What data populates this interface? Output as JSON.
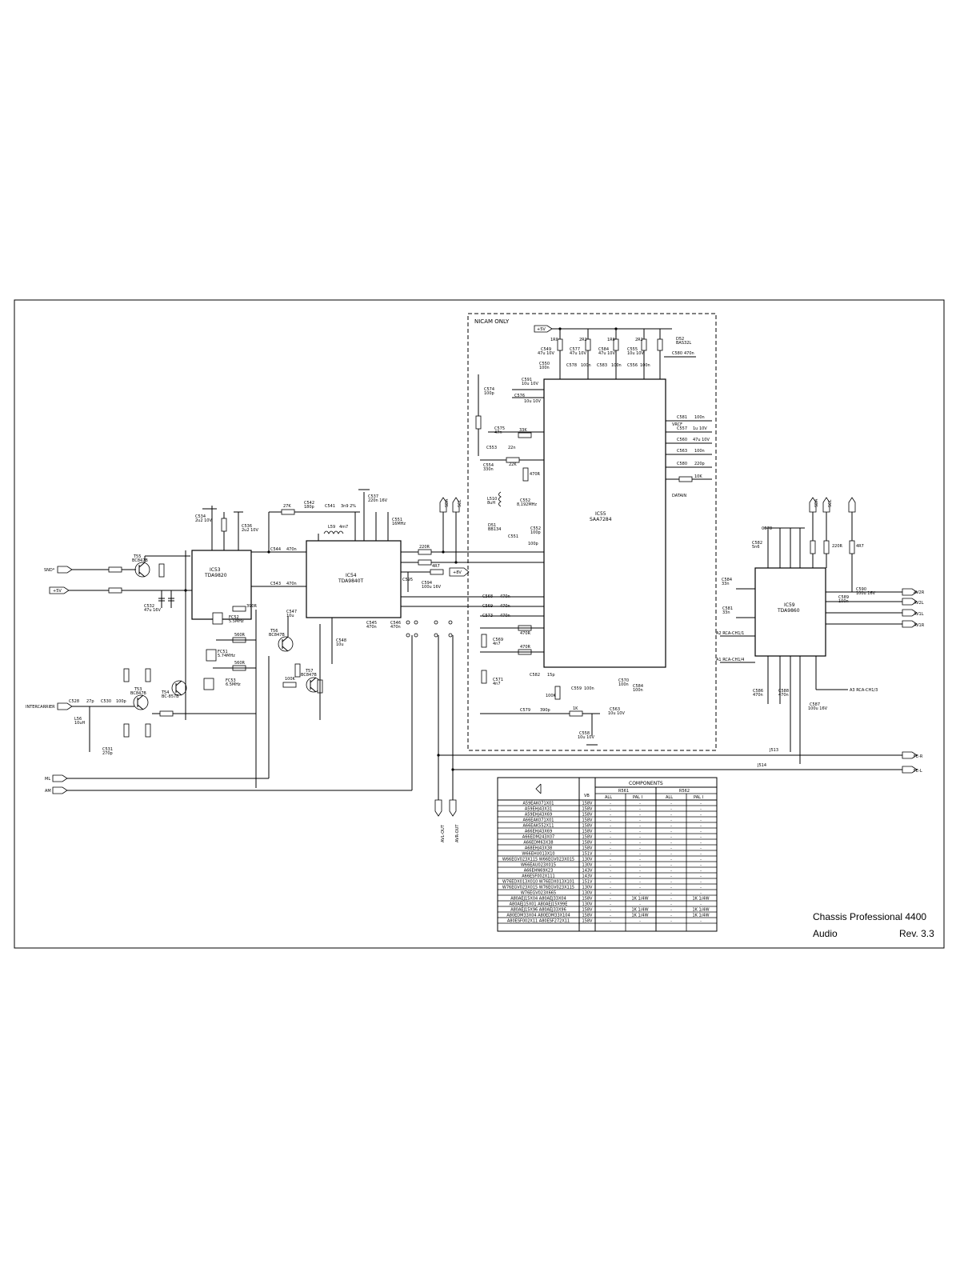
{
  "title_block": {
    "chassis": "Chassis Professional 4400",
    "sheet": "Audio",
    "revision": "Rev. 3.3"
  },
  "nicam_region_label": "NICAM ONLY",
  "ics": {
    "ic53": {
      "ref": "IC53",
      "part": "TDA9820"
    },
    "ic54": {
      "ref": "IC54",
      "part": "TDA9840T"
    },
    "ic55": {
      "ref": "IC55",
      "part": "SAA7284"
    },
    "ic59": {
      "ref": "IC59",
      "part": "TDA9860"
    }
  },
  "ports": {
    "snd": "SND*",
    "plus5v": "+5V",
    "intercarrier": "INTERCARRIER",
    "ml": "ML",
    "am": "AM",
    "sda": "SDA",
    "scl": "SCL",
    "avlout": "AVL-OUT",
    "avrout": "AVR-OUT",
    "fer": "FE-R",
    "fel": "FE-L",
    "av2r": "AV2R",
    "av2l": "AV2L",
    "av1l": "AV1L",
    "av1r": "AV1R",
    "rca1": "A1 RCA-CH1/4",
    "rca2": "A2 RCA-CH1/1",
    "rca3": "A3 RCA-CH1/3",
    "plus8v": "+8V",
    "plus5v_nicam": "+5V"
  },
  "components_table": {
    "title": "COMPONENTS",
    "vb_header": "VB",
    "groups": [
      "R561",
      "R562"
    ],
    "subheaders": [
      "ALL",
      "PAL I",
      "ALL",
      "PAL I"
    ],
    "rows": [
      {
        "model": "A59EAK071X01",
        "vb": "158V",
        "c": [
          "-",
          "-",
          "-",
          "-"
        ]
      },
      {
        "model": "A59EHJ43X31",
        "vb": "158V",
        "c": [
          "-",
          "-",
          "-",
          "-"
        ]
      },
      {
        "model": "A59EHJ43X69",
        "vb": "158V",
        "c": [
          "-",
          "-",
          "-",
          "-"
        ]
      },
      {
        "model": "A66EAK071X01",
        "vb": "158V",
        "c": [
          "-",
          "-",
          "-",
          "-"
        ]
      },
      {
        "model": "A66EAK552X11",
        "vb": "158V",
        "c": [
          "-",
          "-",
          "-",
          "-"
        ]
      },
      {
        "model": "A66EHJ43X69",
        "vb": "158V",
        "c": [
          "-",
          "-",
          "-",
          "-"
        ]
      },
      {
        "model": "A66EDM243X07",
        "vb": "158V",
        "c": [
          "-",
          "-",
          "-",
          "-"
        ]
      },
      {
        "model": "A66EDM63X38",
        "vb": "158V",
        "c": [
          "-",
          "-",
          "-",
          "-"
        ]
      },
      {
        "model": "A68EHJ43X38",
        "vb": "158V",
        "c": [
          "-",
          "-",
          "-",
          "-"
        ]
      },
      {
        "model": "W66EHU013X10",
        "vb": "151V",
        "c": [
          "-",
          "-",
          "-",
          "-"
        ]
      },
      {
        "model": "W66EGV023X115  W66EGV023X015",
        "vb": "130V",
        "c": [
          "-",
          "-",
          "-",
          "-"
        ]
      },
      {
        "model": "W66EAU023X015",
        "vb": "130V",
        "c": [
          "-",
          "-",
          "-",
          "-"
        ]
      },
      {
        "model": "A66EHN69X23",
        "vb": "143V",
        "c": [
          "-",
          "-",
          "-",
          "-"
        ]
      },
      {
        "model": "A66ESF002X111",
        "vb": "143V",
        "c": [
          "-",
          "-",
          "-",
          "-"
        ]
      },
      {
        "model": "W76EDX013X010  W76EDX013X101",
        "vb": "151V",
        "c": [
          "-",
          "-",
          "-",
          "-"
        ]
      },
      {
        "model": "W76EGV023X015  W76EGV023X115",
        "vb": "130V",
        "c": [
          "-",
          "-",
          "-",
          "-"
        ]
      },
      {
        "model": "W76EGV023X665",
        "vb": "130V",
        "c": [
          "-",
          "-",
          "-",
          "-"
        ]
      },
      {
        "model": "A80AEJ15X04    A80AEJ33X04",
        "vb": "158V",
        "c": [
          "-",
          "1K 1/4W",
          "-",
          "1K 1/4W"
        ]
      },
      {
        "model": "A80AEJ15X01    A80AEJ15X99E",
        "vb": "130V",
        "c": [
          "-",
          "-",
          "-",
          "-"
        ]
      },
      {
        "model": "A80AEJ15X96    A80AEJ33X96",
        "vb": "158V",
        "c": [
          "-",
          "1K 1/4W",
          "-",
          "1K 1/4W"
        ]
      },
      {
        "model": "A80EDM33X04    A80EDM33X104",
        "vb": "158V",
        "c": [
          "-",
          "1K 1/4W",
          "-",
          "1K 1/4W"
        ]
      },
      {
        "model": "A80ESF002X11   A80ESF272X11",
        "vb": "158V",
        "c": [
          "-",
          "-",
          "-",
          "-"
        ]
      }
    ]
  }
}
